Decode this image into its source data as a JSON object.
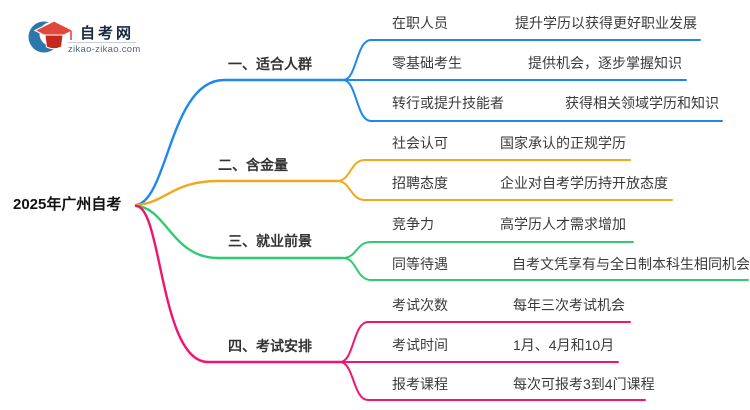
{
  "logo": {
    "title": "自考网",
    "url": "zikao-zikao.com",
    "brand_blue": "#2E77AE",
    "brand_red": "#E2473C",
    "brand_red_dark": "#C5281C"
  },
  "root": {
    "label": "2025年广州自考"
  },
  "branches": [
    {
      "label": "一、适合人群",
      "color": "#1E87F0",
      "children": [
        {
          "label": "在职人员",
          "detail": "提升学历以获得更好职业发展"
        },
        {
          "label": "零基础考生",
          "detail": "提供机会，逐步掌握知识"
        },
        {
          "label": "转行或提升技能者",
          "detail": "获得相关领域学历和知识"
        }
      ]
    },
    {
      "label": "二、含金量",
      "color": "#F2A71E",
      "children": [
        {
          "label": "社会认可",
          "detail": "国家承认的正规学历"
        },
        {
          "label": "招聘态度",
          "detail": "企业对自考学历持开放态度"
        }
      ]
    },
    {
      "label": "三、就业前景",
      "color": "#2ECC71",
      "children": [
        {
          "label": "竞争力",
          "detail": "高学历人才需求增加"
        },
        {
          "label": "同等待遇",
          "detail": "自考文凭享有与全日制本科生相同机会"
        }
      ]
    },
    {
      "label": "四、考试安排",
      "color": "#F0156E",
      "children": [
        {
          "label": "考试次数",
          "detail": "每年三次考试机会"
        },
        {
          "label": "考试时间",
          "detail": "1月、4月和10月"
        },
        {
          "label": "报考课程",
          "detail": "每次可报考3到4门课程"
        }
      ]
    }
  ]
}
